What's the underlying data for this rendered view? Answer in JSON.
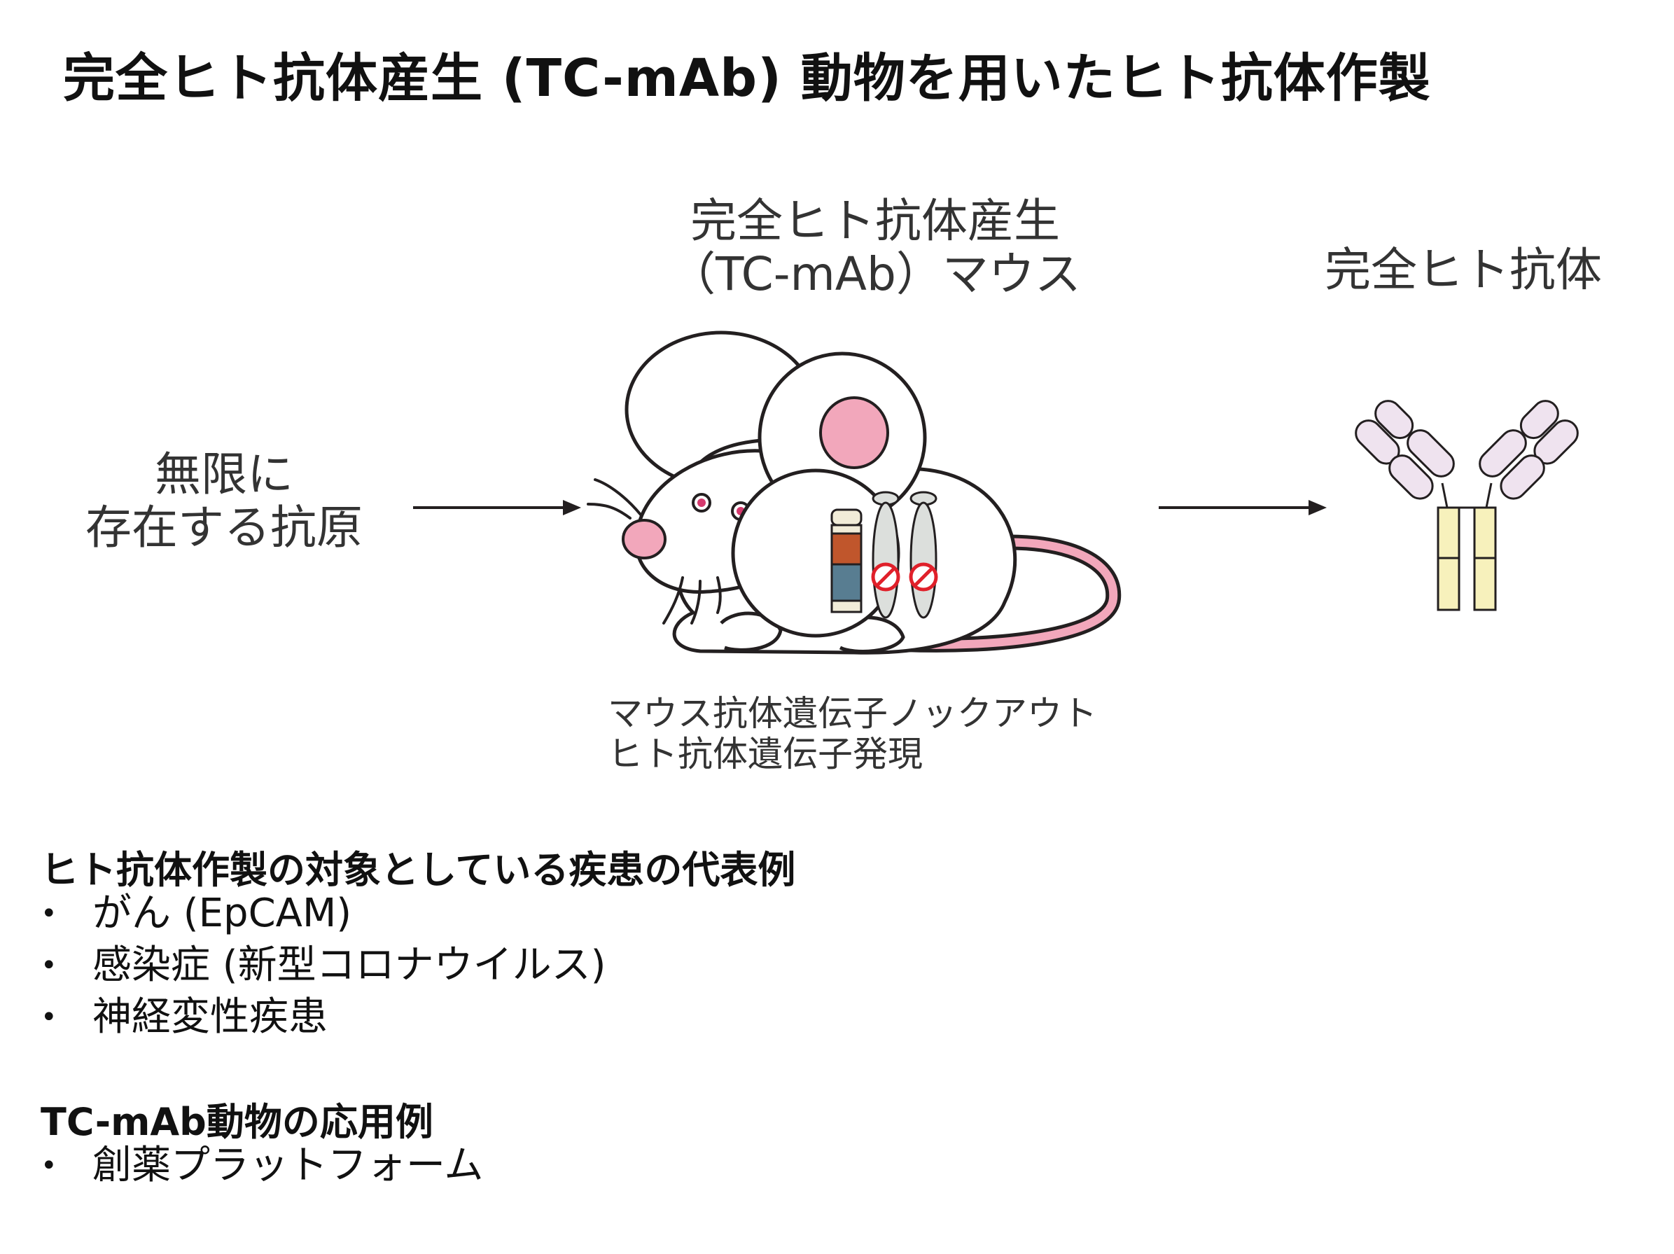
{
  "title": "完全ヒト抗体産生 (TC-mAb) 動物を用いたヒト抗体作製",
  "antigen_label": [
    "無限に",
    "存在する抗原"
  ],
  "mouse_label": [
    "完全ヒト抗体産生",
    "（TC-mAb）マウス"
  ],
  "antibody_label": "完全ヒト抗体",
  "mouse_caption": [
    "マウス抗体遺伝子ノックアウト",
    "ヒト抗体遺伝子発現"
  ],
  "section1": {
    "title": "ヒト抗体作製の対象としている疾患の代表例",
    "items": [
      "がん (EpCAM)",
      "感染症 (新型コロナウイルス)",
      "神経変性疾患"
    ]
  },
  "section2": {
    "title": "TC-mAb動物の応用例",
    "items": [
      "創薬プラットフォーム"
    ]
  },
  "bullet_char": "•",
  "colors": {
    "ear_pink": "#f2a7bb",
    "eye_pink": "#d63a6e",
    "chrom_orange": "#c0562c",
    "chrom_blue": "#587d91",
    "chrom_cream": "#f1ecd8",
    "chrom_gray": "#dcdfdc",
    "prohibit_red": "#e0202a",
    "antibody_light": "#efe3ef",
    "antibody_heavy": "#f7f1bc"
  },
  "icons": [
    "arrow-right-icon",
    "mouse-illustration",
    "chromosome-icon",
    "prohibited-icon",
    "antibody-icon"
  ]
}
